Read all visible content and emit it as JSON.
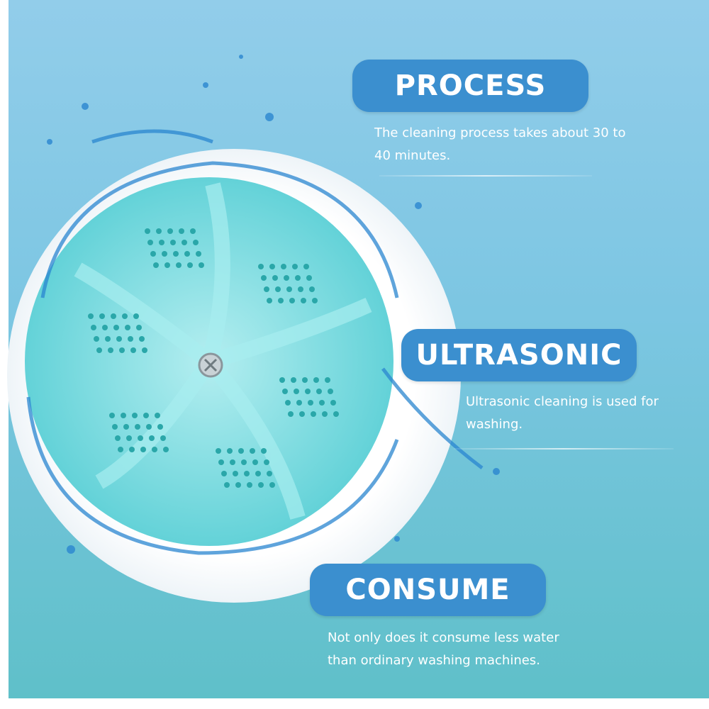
{
  "sections": [
    {
      "title": "PROCESS",
      "description_lines": [
        "The cleaning process takes about 30 to",
        "40 minutes."
      ]
    },
    {
      "title": "ULTRASONIC",
      "description_lines": [
        "Ultrasonic cleaning is used for",
        "washing."
      ]
    },
    {
      "title": "CONSUME",
      "description_lines": [
        "Not only does it consume less water",
        "than ordinary washing machines."
      ]
    }
  ],
  "colors": {
    "badge": "#3b8fcf",
    "background_top": "#92cdea",
    "background_bottom": "#5fc0c9",
    "impeller": "#7fdde0"
  }
}
